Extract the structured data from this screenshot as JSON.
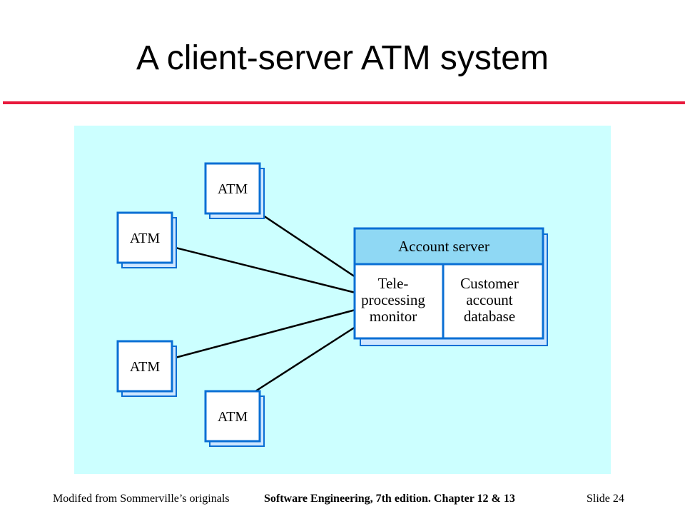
{
  "slide": {
    "title": "A client-server ATM system",
    "colors": {
      "rule": "#e8193c",
      "panel": "#ccffff",
      "box_border": "#0a6fd4",
      "server_header": "#8fd8f4"
    }
  },
  "diagram": {
    "atms": [
      {
        "label": "ATM"
      },
      {
        "label": "ATM"
      },
      {
        "label": "ATM"
      },
      {
        "label": "ATM"
      }
    ],
    "server": {
      "header": "Account server",
      "left_lines": [
        "Tele-",
        "processing",
        "monitor"
      ],
      "right_lines": [
        "Customer",
        "account",
        "database"
      ]
    }
  },
  "footer": {
    "left": "Modifed from Sommerville’s originals",
    "middle": "Software Engineering, 7th edition. Chapter 12 & 13",
    "right": "Slide  24"
  }
}
